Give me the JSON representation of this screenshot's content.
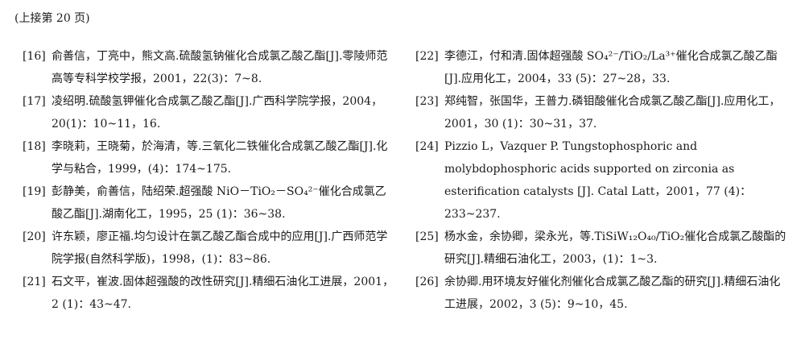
{
  "header": "(上接第 20 页)",
  "left_refs": [
    {
      "num": "[16]",
      "text": "俞善信，丁亮中，熊文高.硫酸氢钠催化合成氯乙酸乙酯[J].零陵师范高等专科学校学报，2001，22(3)：7~8."
    },
    {
      "num": "[17]",
      "text": "凌绍明.硫酸氢钾催化合成氯乙酸乙酯[J].广西科学院学报，2004，20(1)：10~11，16."
    },
    {
      "num": "[18]",
      "text": "李晓莉，王晓菊，於海清，等.三氧化二铁催化合成氯乙酸乙酯[J].化学与粘合，1999，(4)：174~175."
    },
    {
      "num": "[19]",
      "text": "彭静美，俞善信，陆绍荣.超强酸 NiO－TiO₂－SO₄²⁻催化合成氯乙酸乙酯[J].湖南化工，1995，25 (1)：36~38."
    },
    {
      "num": "[20]",
      "text": "许东颖，廖正福.均匀设计在氯乙酸乙酯合成中的应用[J].广西师范学院学报(自然科学版)，1998，(1)：83~86."
    },
    {
      "num": "[21]",
      "text": "石文平，崔波.固体超强酸的改性研究[J].精细石油化工进展，2001，2 (1)：43~47."
    }
  ],
  "right_refs": [
    {
      "num": "[22]",
      "text": "李德江，付和清.固体超强酸 SO₄²⁻/TiO₂/La³⁺催化合成氯乙酸乙酯[J].应用化工，2004，33 (5)：27~28，33."
    },
    {
      "num": "[23]",
      "text": "郑纯智，张国华，王普力.磷钼酸催化合成氯乙酸乙酯[J].应用化工，2001，30 (1)：30~31，37."
    },
    {
      "num": "[24]",
      "text": "Pizzio L，Vazquer P. Tungstophosphoric and molybdophosphoric acids supported on zirconia as esterification catalysts [J]. Catal Latt，2001，77 (4)：233~237."
    },
    {
      "num": "[25]",
      "text": "杨水金，余协卿，梁永光，等.TiSiW₁₂O₄₀/TiO₂催化合成氯乙酸酯的研究[J].精细石油化工，2003，(1)：1~3."
    },
    {
      "num": "[26]",
      "text": "余协卿.用环境友好催化剂催化合成氯乙酸乙酯的研究[J].精细石油化工进展，2002，3 (5)：9~10，45."
    }
  ]
}
